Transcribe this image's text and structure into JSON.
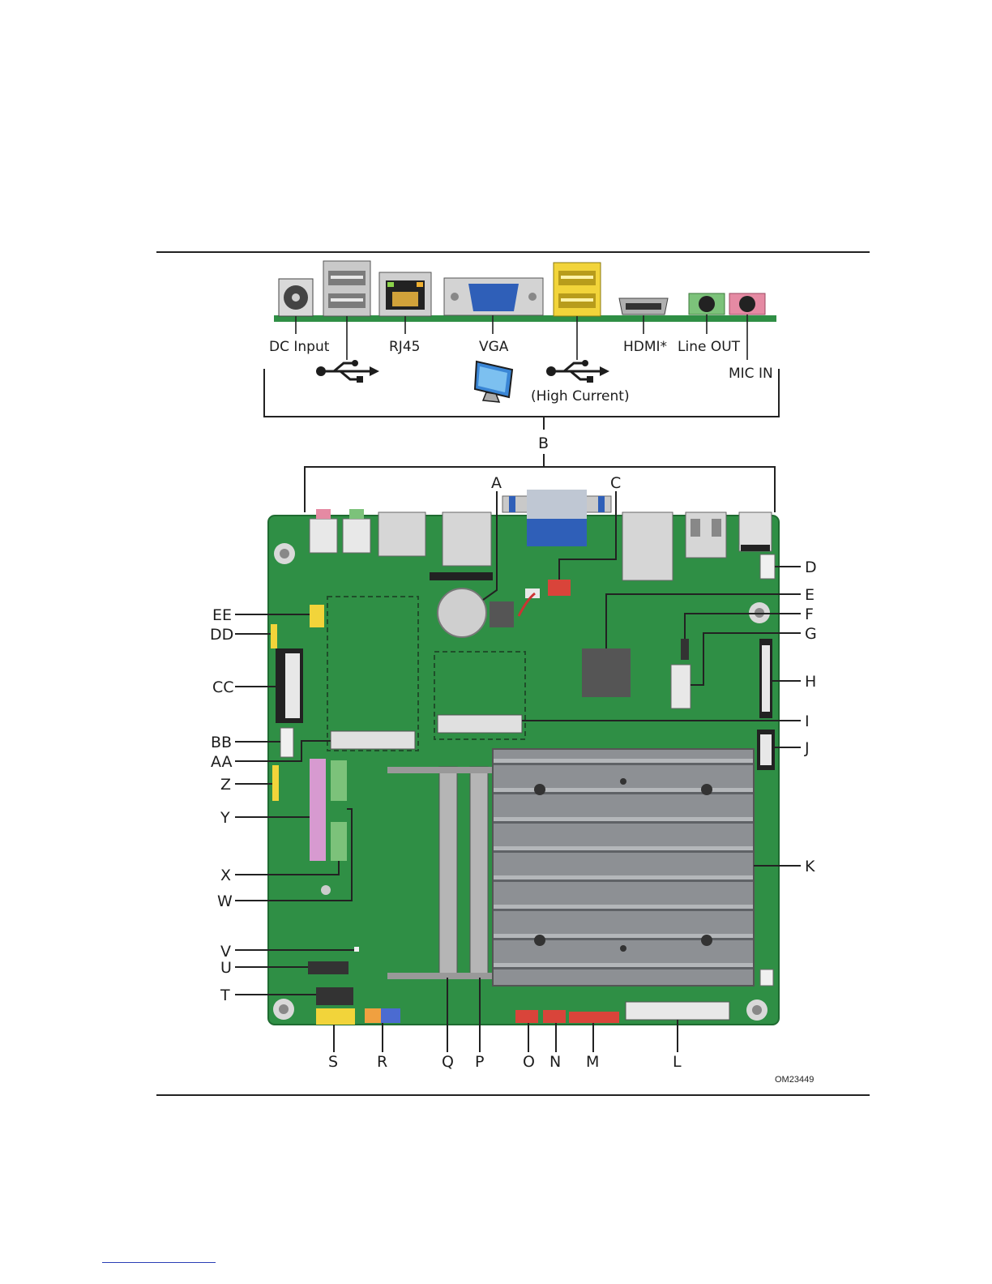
{
  "figure_id": "OM23449",
  "io_labels": {
    "dc_input": "DC Input",
    "rj45": "RJ45",
    "vga": "VGA",
    "hdmi": "HDMI*",
    "line_out": "Line OUT",
    "mic_in": "MIC IN",
    "high_current": "(High Current)"
  },
  "callouts": {
    "a": "A",
    "b": "B",
    "c": "C",
    "d": "D",
    "e": "E",
    "f": "F",
    "g": "G",
    "h": "H",
    "i": "I",
    "j": "J",
    "k": "K",
    "l": "L",
    "m": "M",
    "n": "N",
    "o": "O",
    "p": "P",
    "q": "Q",
    "r": "R",
    "s": "S",
    "t": "T",
    "u": "U",
    "v": "V",
    "w": "W",
    "x": "X",
    "y": "Y",
    "z": "Z",
    "aa": "AA",
    "bb": "BB",
    "cc": "CC",
    "dd": "DD",
    "ee": "EE"
  },
  "colors": {
    "board": "#2f8f45",
    "heatsink": "#8a8d91",
    "usb_high_current": "#f2d43a",
    "vga_blue": "#2f5fb8",
    "line_out_green": "#7cc27a",
    "mic_in_pink": "#e58aa3",
    "connector_red": "#d9443a"
  },
  "icons": [
    "usb-icon",
    "monitor-icon"
  ]
}
